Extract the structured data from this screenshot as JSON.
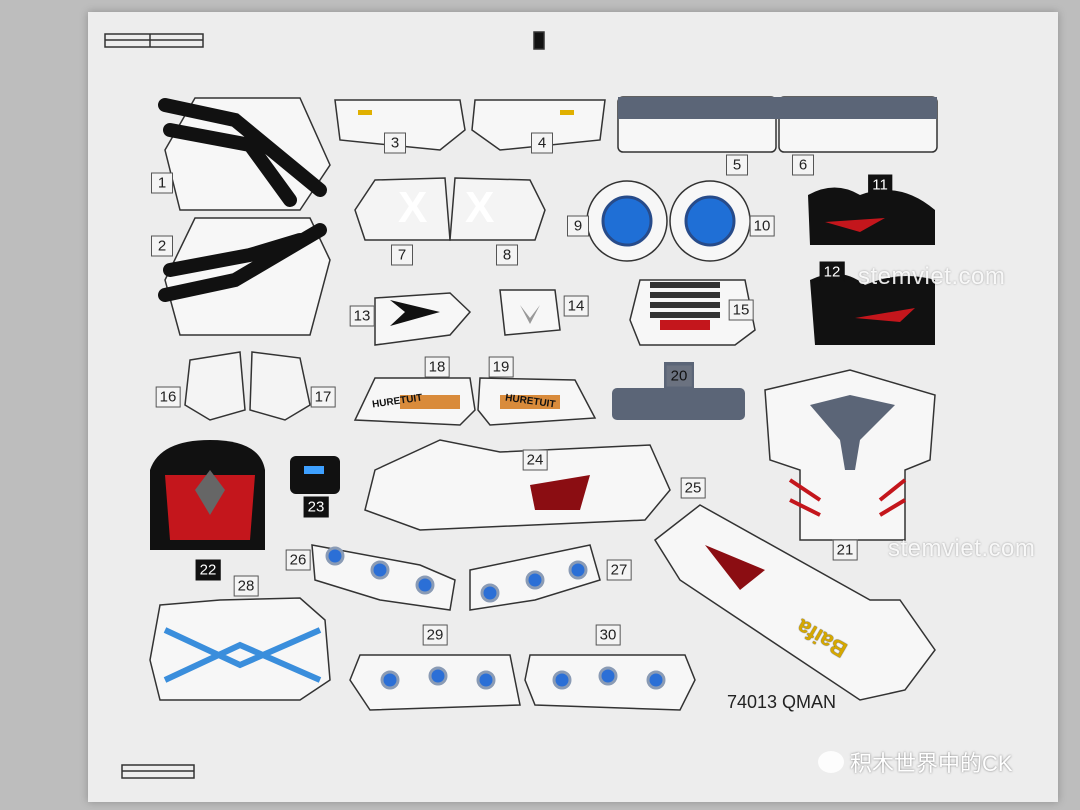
{
  "sheet": {
    "labels": [
      "1",
      "2",
      "3",
      "4",
      "5",
      "6",
      "7",
      "8",
      "9",
      "10",
      "11",
      "12",
      "13",
      "14",
      "15",
      "16",
      "17",
      "18",
      "19",
      "20",
      "21",
      "22",
      "23",
      "24",
      "25",
      "26",
      "27",
      "28",
      "29",
      "30"
    ],
    "set_code": "74013  QMAN",
    "decal_text_18_19": "HURETUIT",
    "decal_text_25": "Baifa"
  },
  "watermarks": {
    "site": "stemviet.com",
    "wechat": "积木世界中的CK"
  },
  "colors": {
    "sheet": "#ededed",
    "blue": "#1f6fd6",
    "red": "#c4161c",
    "slate": "#5b6577",
    "black": "#111111"
  }
}
